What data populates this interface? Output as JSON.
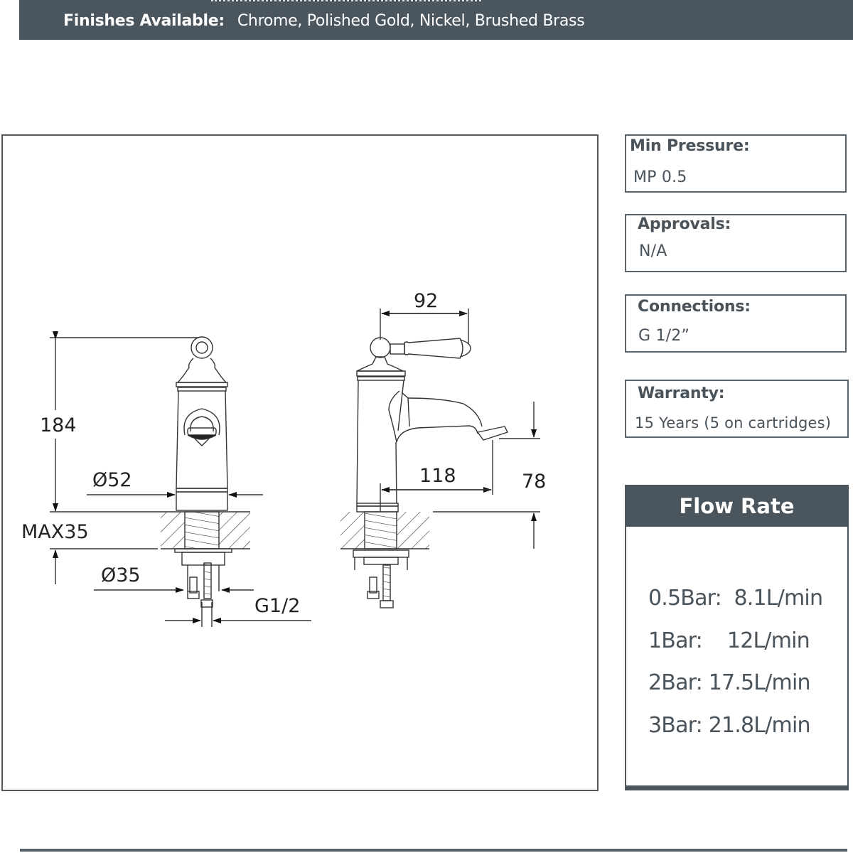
{
  "header": {
    "finishes_label": "Finishes Available:",
    "finishes_value": "Chrome, Polished Gold, Nickel, Brushed Brass",
    "background_color": "#4b555e"
  },
  "drawing": {
    "front_view": {
      "height_dim": "184",
      "body_diameter": "Ø52",
      "max_deck_thickness": "MAX35",
      "hole_diameter": "Ø35",
      "connection": "G1/2"
    },
    "side_view": {
      "handle_length": "92",
      "spout_reach": "118",
      "spout_height": "78"
    }
  },
  "specs": [
    {
      "label": "Min Pressure:",
      "value": "MP 0.5"
    },
    {
      "label": "Approvals:",
      "value": "N/A"
    },
    {
      "label": "Connections:",
      "value": "G 1/2”"
    },
    {
      "label": "Warranty:",
      "value": "15 Years (5 on cartridges)"
    }
  ],
  "flow_rate": {
    "title": "Flow Rate",
    "rows": [
      "0.5Bar:  8.1L/min",
      "1Bar:    12L/min",
      "2Bar: 17.5L/min",
      "3Bar: 21.8L/min"
    ]
  }
}
